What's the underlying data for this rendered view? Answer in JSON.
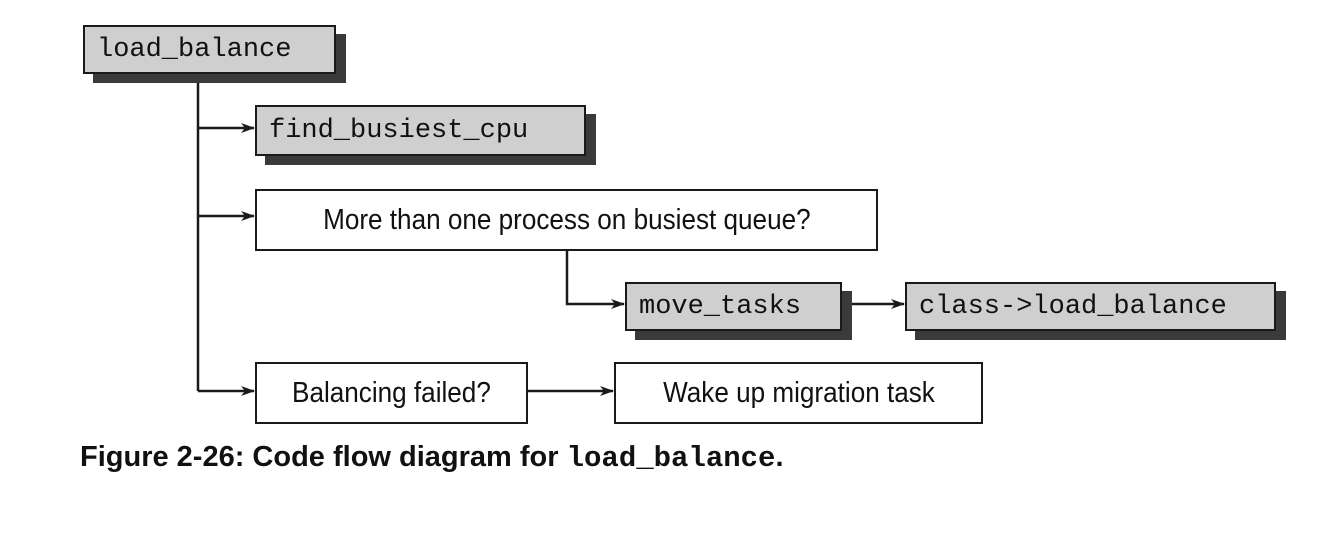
{
  "nodes": {
    "load_balance": "load_balance",
    "find_busiest_cpu": "find_busiest_cpu",
    "more_than_one": "More than one process on busiest queue?",
    "move_tasks": "move_tasks",
    "class_load_balance": "class->load_balance",
    "balancing_failed": "Balancing failed?",
    "wake_up": "Wake up migration task"
  },
  "caption": {
    "prefix": "Figure 2-26: Code flow diagram for ",
    "code": "load_balance",
    "suffix": "."
  },
  "colors": {
    "function_fill": "#cfcfcf",
    "shadow": "#3a3a3a",
    "line": "#1a1a1a"
  }
}
